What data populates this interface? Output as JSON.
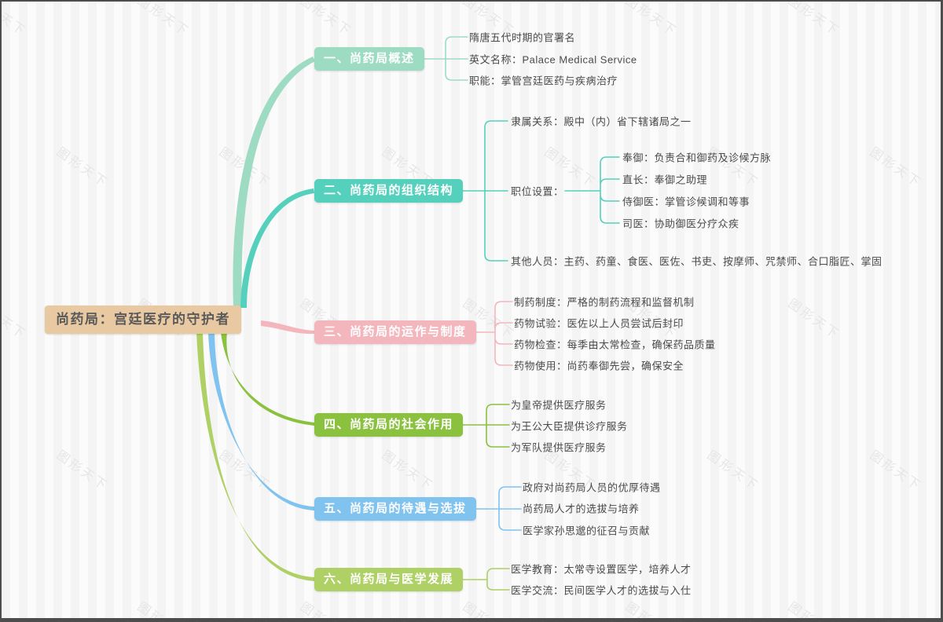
{
  "watermark": {
    "text": "图形天下"
  },
  "root": {
    "label": "尚药局：宫廷医疗的守护者",
    "bg": "#e9c9a1"
  },
  "branches": [
    {
      "label": "一、尚药局概述",
      "color": "#9ddcc3",
      "children": [
        {
          "label": "隋唐五代时期的官署名"
        },
        {
          "label": "英文名称：Palace Medical Service"
        },
        {
          "label": "职能：掌管宫廷医药与疾病治疗"
        }
      ]
    },
    {
      "label": "二、尚药局的组织结构",
      "color": "#55d0bc",
      "children": [
        {
          "label": "隶属关系：殿中（内）省下辖诸局之一"
        },
        {
          "label": "职位设置：",
          "children": [
            {
              "label": "奉御：负责合和御药及诊候方脉"
            },
            {
              "label": "直长：奉御之助理"
            },
            {
              "label": "侍御医：掌管诊候调和等事"
            },
            {
              "label": "司医：协助御医分疗众疾"
            }
          ]
        },
        {
          "label": "其他人员：主药、药童、食医、医佐、书吏、按摩师、咒禁师、合口脂匠、掌固"
        }
      ]
    },
    {
      "label": "三、尚药局的运作与制度",
      "color": "#f2b6bc",
      "children": [
        {
          "label": "制药制度：严格的制药流程和监督机制"
        },
        {
          "label": "药物试验：医佐以上人员尝试后封印"
        },
        {
          "label": "药物检查：每季由太常检查，确保药品质量"
        },
        {
          "label": "药物使用：尚药奉御先尝，确保安全"
        }
      ]
    },
    {
      "label": "四、尚药局的社会作用",
      "color": "#8ac13e",
      "children": [
        {
          "label": "为皇帝提供医疗服务"
        },
        {
          "label": "为王公大臣提供诊疗服务"
        },
        {
          "label": "为军队提供医疗服务"
        }
      ]
    },
    {
      "label": "五、尚药局的待遇与选拔",
      "color": "#7fc3ee",
      "children": [
        {
          "label": "政府对尚药局人员的优厚待遇"
        },
        {
          "label": "尚药局人才的选拔与培养"
        },
        {
          "label": "医学家孙思邈的征召与贡献"
        }
      ]
    },
    {
      "label": "六、尚药局与医学发展",
      "color": "#aed064",
      "children": [
        {
          "label": "医学教育：太常寺设置医学，培养人才"
        },
        {
          "label": "医学交流：民间医学人才的选拔与入仕"
        }
      ]
    }
  ]
}
